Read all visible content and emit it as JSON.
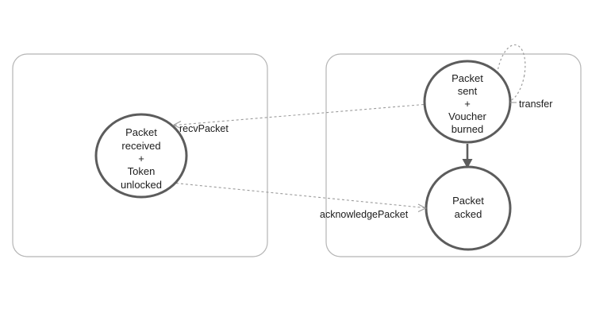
{
  "states": {
    "received": {
      "lines": [
        "Packet",
        "received",
        "+",
        "Token",
        "unlocked"
      ]
    },
    "sent": {
      "lines": [
        "Packet",
        "sent",
        "+",
        "Voucher",
        "burned"
      ]
    },
    "acked": {
      "lines": [
        "Packet",
        "acked"
      ]
    }
  },
  "labels": {
    "recv_packet": "recvPacket",
    "acknowledge_packet": "acknowledgePacket",
    "transfer": "transfer"
  },
  "colors": {
    "state_border": "#5c5c5c",
    "box_border": "#b5b5b5",
    "dashed_edge": "#9c9c9c",
    "text": "#1c1c1c",
    "background": "#ffffff"
  }
}
